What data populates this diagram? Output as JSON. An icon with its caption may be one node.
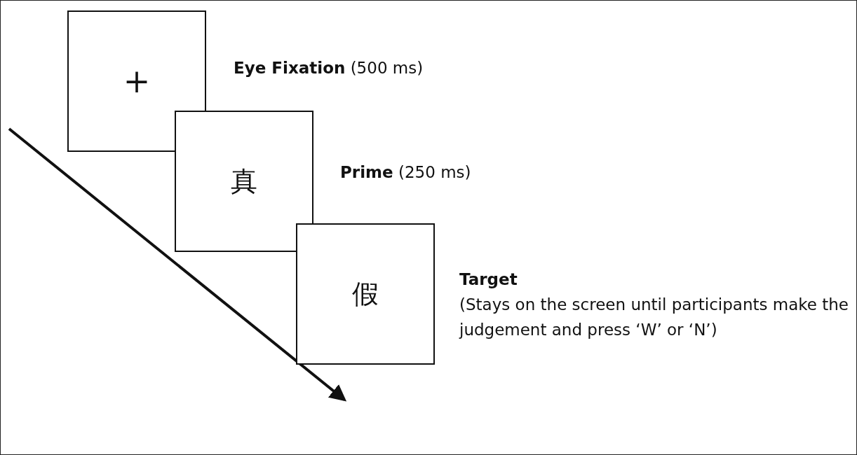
{
  "diagram": {
    "nodes": [
      {
        "text": [
          "+"
        ],
        "beside": [
          "**Eye Fixation** (500 ms)"
        ]
      },
      {
        "text": [
          "真"
        ],
        "beside": [
          "**Prime** (250 ms)"
        ]
      },
      {
        "text": [
          "假"
        ],
        "beside": [
          "Target",
          "(Stays on the screen until participants make the judgement and press ‘W’ or ‘N’)"
        ]
      }
    ],
    "edges": []
  }
}
